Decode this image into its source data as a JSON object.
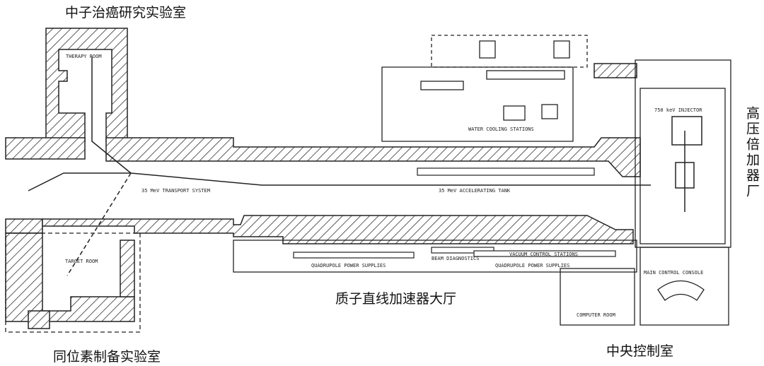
{
  "labels_cn": {
    "therapy_lab": "中子治癌研究实验室",
    "proton_linac_hall": "质子直线加速器大厅",
    "isotope_lab": "同位素制备实验室",
    "control_room": "中央控制室",
    "high_voltage_hall": "高压倍加器厂"
  },
  "plan_labels": {
    "therapy_room": "THERAPY ROOM",
    "water_cooling": "WATER COOLING STATIONS",
    "injector": "750 keV INJECTOR",
    "transport": "35 MeV TRANSPORT SYSTEM",
    "tank": "35 MeV ACCELERATING TANK",
    "beam_diag": "BEAM DIAGNOSTICS",
    "vacuum": "VACUUM CONTROL STATIONS",
    "quad1": "QUADRUPOLE POWER SUPPLIES",
    "quad2": "QUADRUPOLE POWER SUPPLIES",
    "target_room": "TARGET ROOM",
    "main_console": "MAIN CONTROL CONSOLE",
    "computer_room": "COMPUTER ROOM"
  },
  "colors": {
    "ink": "#222222",
    "paper": "#ffffff"
  }
}
